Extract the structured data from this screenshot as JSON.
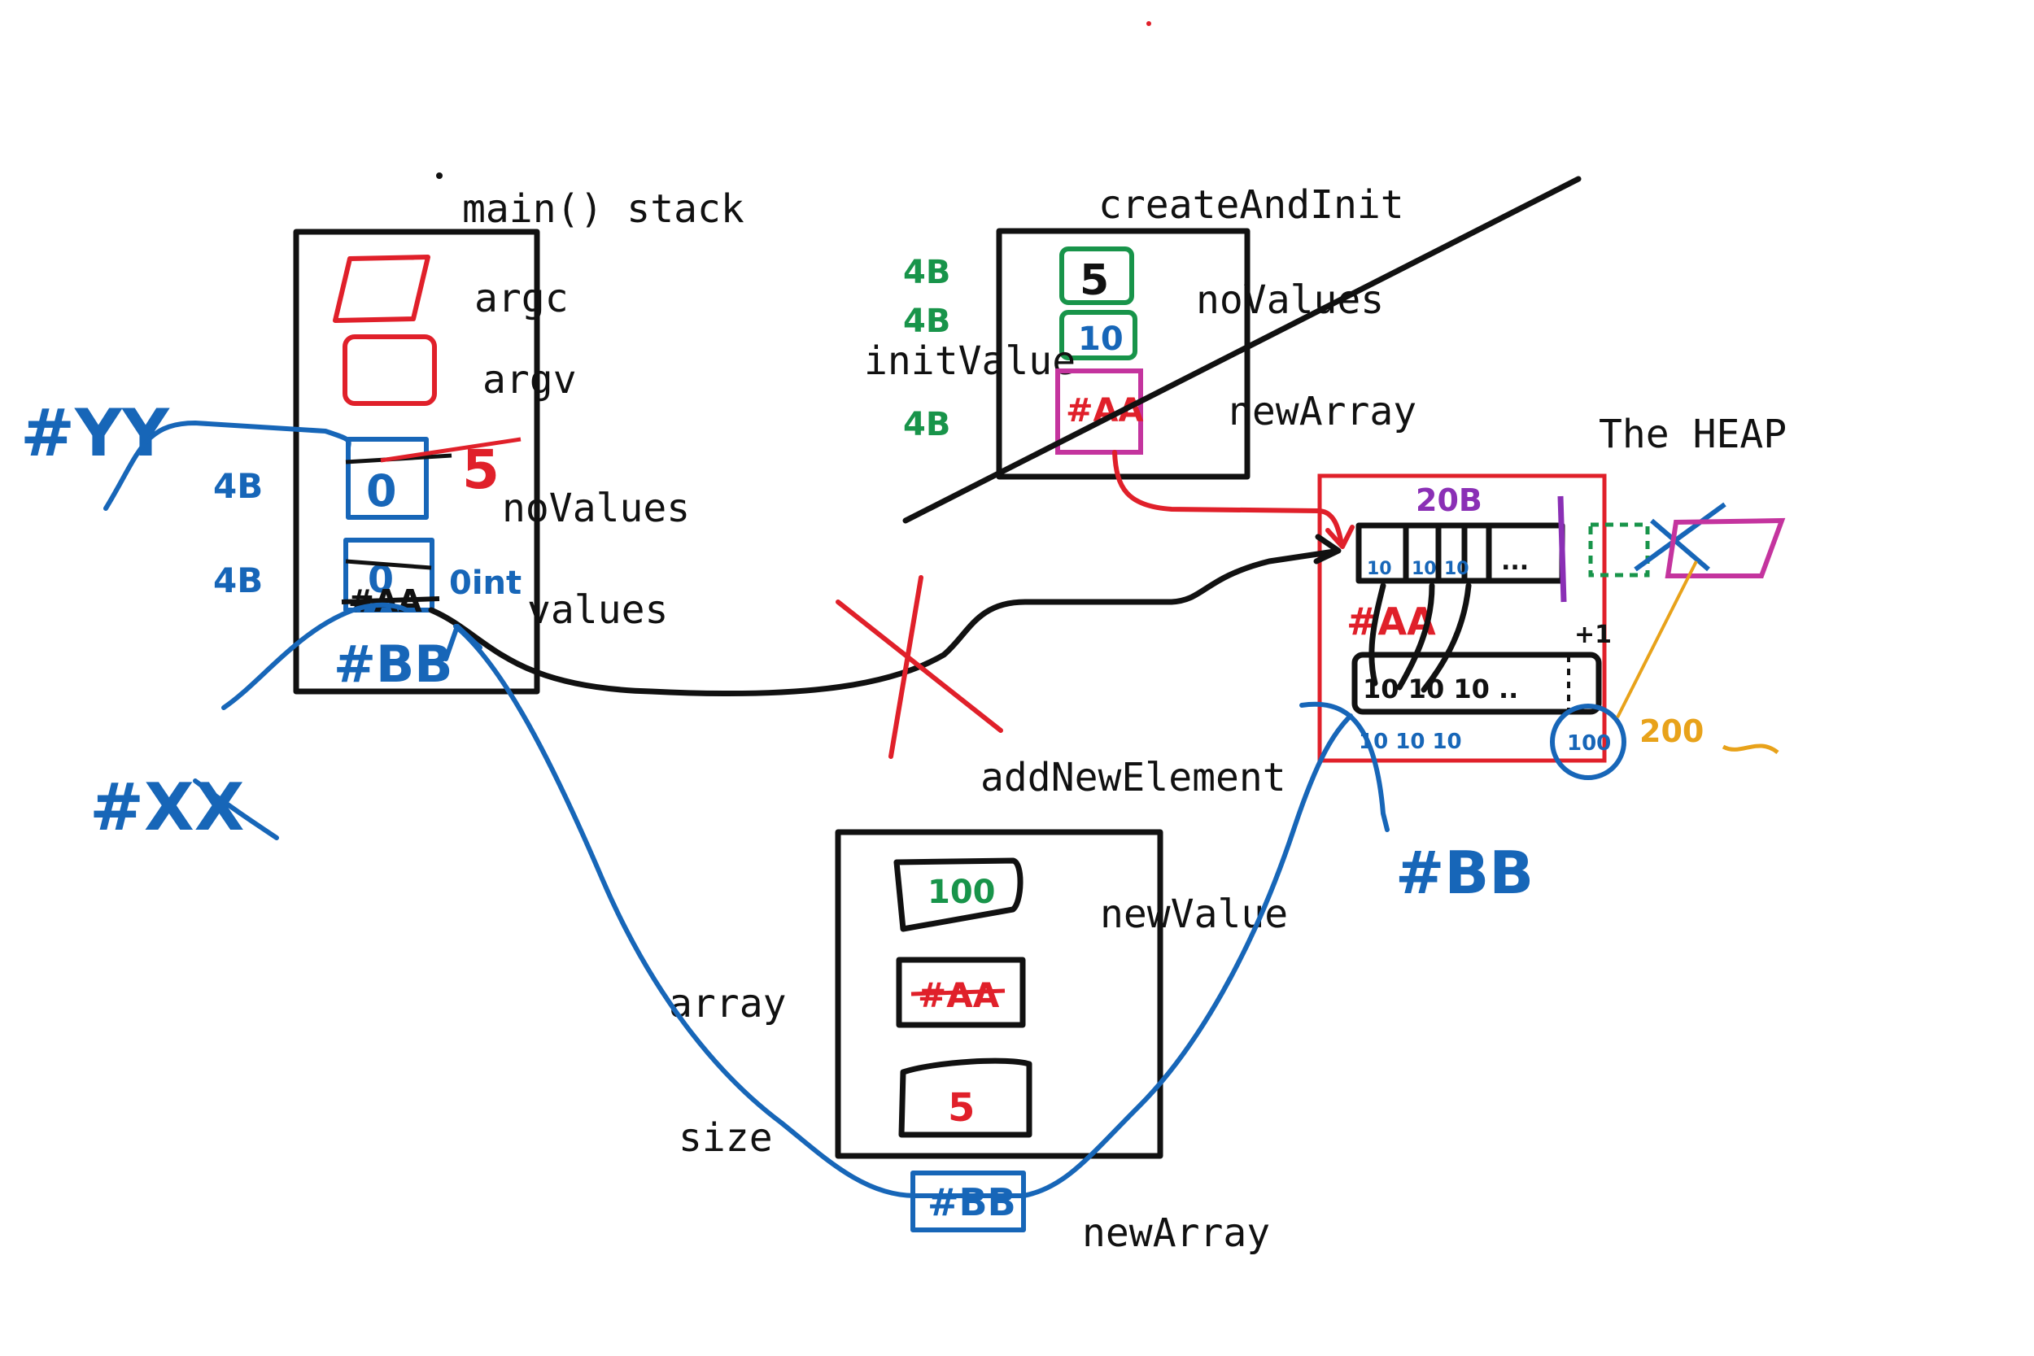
{
  "colors": {
    "ink": "#111111",
    "red": "#e0202a",
    "blue": "#1766b8",
    "green": "#18944a",
    "purple": "#8a2fb5",
    "magenta": "#c4349e",
    "orange": "#e8a21a"
  },
  "main_frame": {
    "title": "main() stack",
    "vars": [
      "argc",
      "argv",
      "noValues",
      "values"
    ],
    "novalues_value": "0",
    "novalues_new": "5",
    "values_value": "0",
    "values_addr": "#AA",
    "values_new_addr": "#BB",
    "size_tag_novalues": "4B",
    "size_tag_values": "4B",
    "side_note": "0int"
  },
  "create_frame": {
    "title": "createAndInit",
    "vars": [
      "noValues",
      "initValue",
      "newArray"
    ],
    "novalues_value": "5",
    "initvalue_value": "10",
    "newarray_value": "#AA",
    "size_tags": [
      "4B",
      "4B",
      "4B"
    ]
  },
  "heap": {
    "title": "The HEAP",
    "size_label": "20B",
    "array_addr": "#AA",
    "array_cells": [
      "10",
      "10",
      "10",
      "..."
    ],
    "copy_cells": "10 10 10 ..",
    "copy_values": "10 10 10",
    "new_value": "100",
    "size_label_new": "200",
    "plus_one": "+1",
    "new_addr": "#BB"
  },
  "add_frame": {
    "title": "addNewElement",
    "vars": [
      "newValue",
      "array",
      "size",
      "newArray"
    ],
    "newvalue_value": "100",
    "array_value": "#AA",
    "size_value": "5",
    "newarray_value": "#BB"
  },
  "annotations": {
    "yy": "#YY",
    "xx": "#XX"
  }
}
